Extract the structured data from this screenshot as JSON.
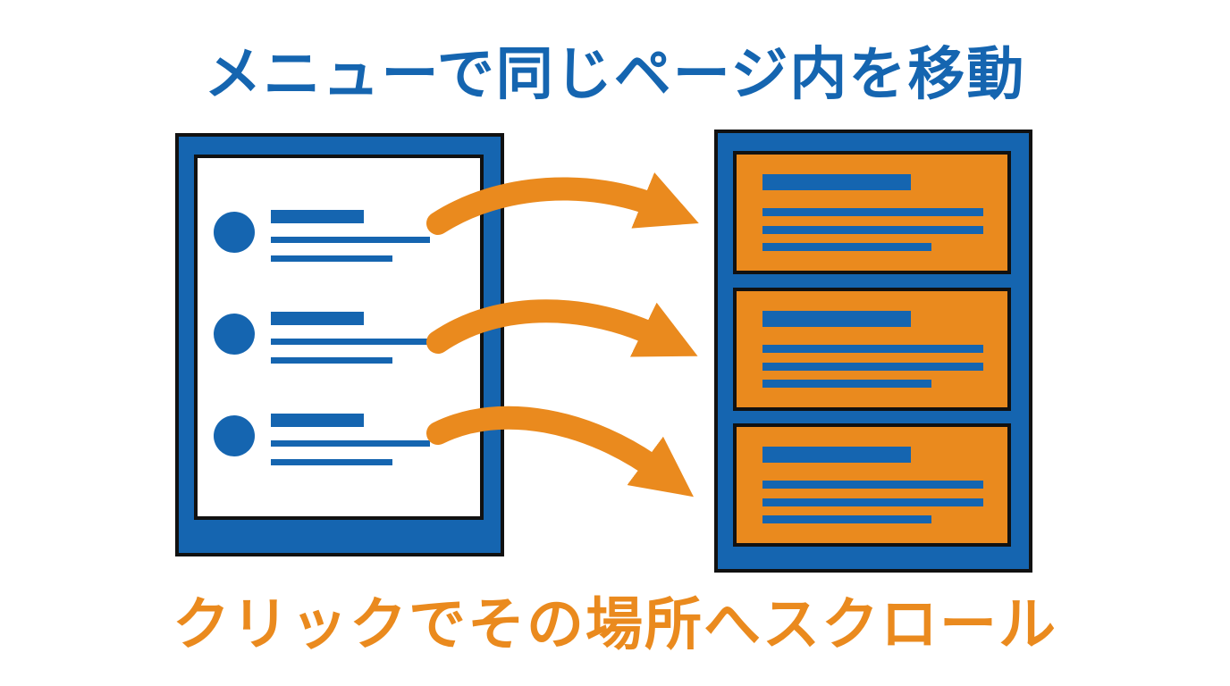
{
  "header": {
    "title": "メニューで同じページ内を移動"
  },
  "footer": {
    "caption": "クリックでその場所へスクロール"
  },
  "colors": {
    "blue": "#1565b0",
    "orange": "#ea8a1e",
    "outline": "#111111",
    "paper": "#ffffff"
  },
  "menu": {
    "items": [
      {
        "name": "menu-item-1",
        "target": "section-1"
      },
      {
        "name": "menu-item-2",
        "target": "section-2"
      },
      {
        "name": "menu-item-3",
        "target": "section-3"
      }
    ]
  },
  "page": {
    "sections": [
      {
        "name": "section-1"
      },
      {
        "name": "section-2"
      },
      {
        "name": "section-3"
      }
    ]
  }
}
